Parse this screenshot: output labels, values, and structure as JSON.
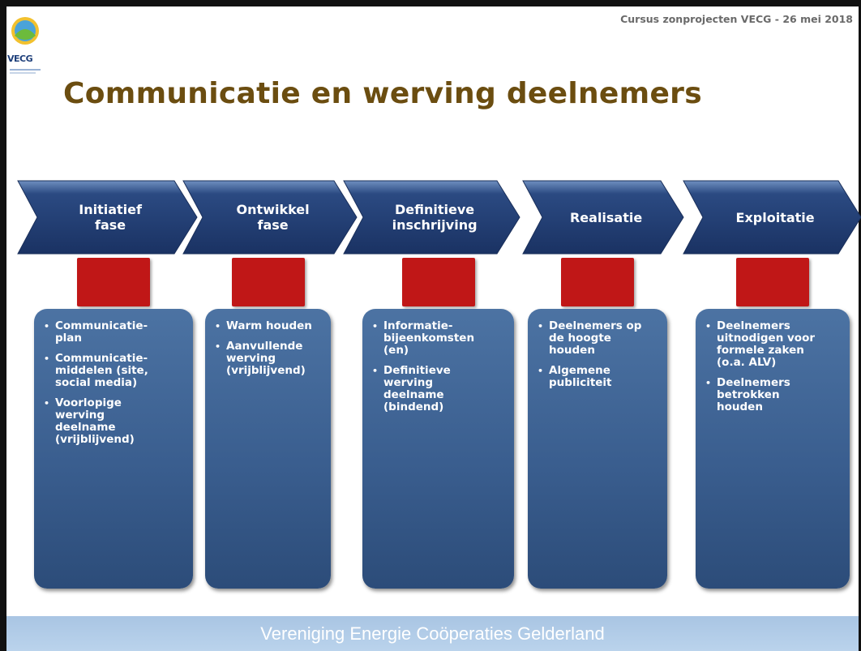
{
  "header": {
    "logo_text": "VECG",
    "event": "Cursus zonprojecten VECG - 26 mei 2018"
  },
  "title": "Communicatie en werving deelnemers",
  "colors": {
    "chevron": "#1f3a6b",
    "square": "#c01717",
    "card": "#3f6496",
    "title": "#6b4d10",
    "footer": "#b2cce8"
  },
  "phases": [
    {
      "label": "Initiatief\nfase",
      "items": [
        "Communicatie-\nplan",
        "Communicatie-\nmiddelen (site,\nsocial media)",
        "Voorlopige\nwerving\ndeelname\n(vrijblijvend)"
      ]
    },
    {
      "label": "Ontwikkel\nfase",
      "items": [
        "Warm houden",
        "Aanvullende\nwerving\n(vrijblijvend)"
      ]
    },
    {
      "label": "Definitieve\ninschrijving",
      "items": [
        "Informatie-\nbijeenkomsten\n(en)",
        "Definitieve\nwerving\ndeelname\n(bindend)"
      ]
    },
    {
      "label": "Realisatie",
      "items": [
        "Deelnemers op\nde hoogte\nhouden",
        "Algemene\npubliciteit"
      ]
    },
    {
      "label": "Exploitatie",
      "items": [
        "Deelnemers\nuitnodigen voor\nformele zaken\n(o.a. ALV)",
        "Deelnemers\nbetrokken\nhouden"
      ]
    }
  ],
  "footer": "Vereniging Energie Coöperaties Gelderland"
}
